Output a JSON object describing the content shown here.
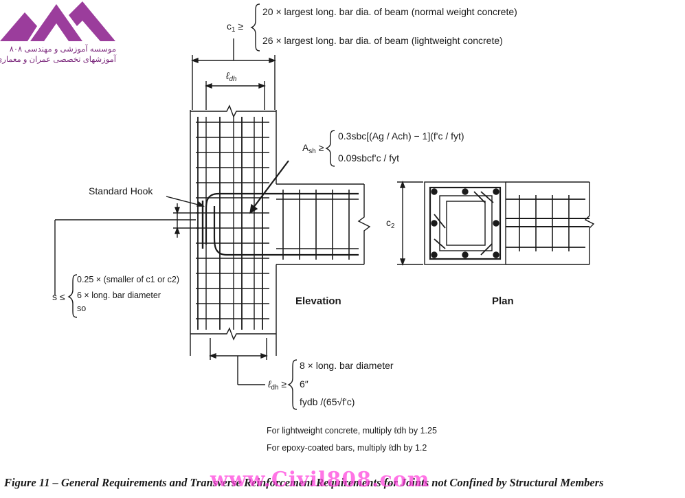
{
  "logo": {
    "line1": "موسسه آموزشی و مهندسی ۸۰۸",
    "line2": "آموزشهای تخصصی عمران و معماری",
    "color": "#7c2a7d"
  },
  "c1_req": {
    "symbol": "c",
    "symbol_sub": "1",
    "op": "≥",
    "line1": "20 × largest long. bar dia. of beam (normal weight concrete)",
    "line2": "26 × largest long. bar dia. of beam (lightweight concrete)"
  },
  "ldh_top": {
    "symbol": "ℓ",
    "symbol_sub": "dh"
  },
  "ash_req": {
    "symbol": "A",
    "symbol_sub": "sh",
    "op": "≥",
    "line1": "0.3sbc[(Ag / Ach) − 1](f'c / fyt)",
    "line2": "0.09sbcf'c / fyt"
  },
  "standard_hook": "Standard Hook",
  "c2_label": {
    "symbol": "c",
    "symbol_sub": "2"
  },
  "s_req": {
    "symbol": "s",
    "op": "≤",
    "line1": "0.25 × (smaller of c1 or c2)",
    "line2": "6 × long. bar diameter",
    "line3": "so"
  },
  "views": {
    "elevation": "Elevation",
    "plan": "Plan"
  },
  "ldh_bottom": {
    "symbol": "ℓ",
    "symbol_sub": "dh",
    "op": "≥",
    "line1": "8 × long. bar diameter",
    "line2": "6″",
    "line3": "fydb /(65√f'c)"
  },
  "notes": {
    "note1": "For lightweight concrete, multiply ℓdh by 1.25",
    "note2": "For epoxy-coated bars, multiply ℓdh by 1.2"
  },
  "caption": "Figure 11 – General Requirements and Transverse Reinforcement Requirements for Joints not Confined by Structural Members",
  "watermark": "www.Civil808.com",
  "colors": {
    "logo": "#9b3d9c",
    "watermark": "#ff3fdc",
    "ink": "#1a1a1a"
  }
}
